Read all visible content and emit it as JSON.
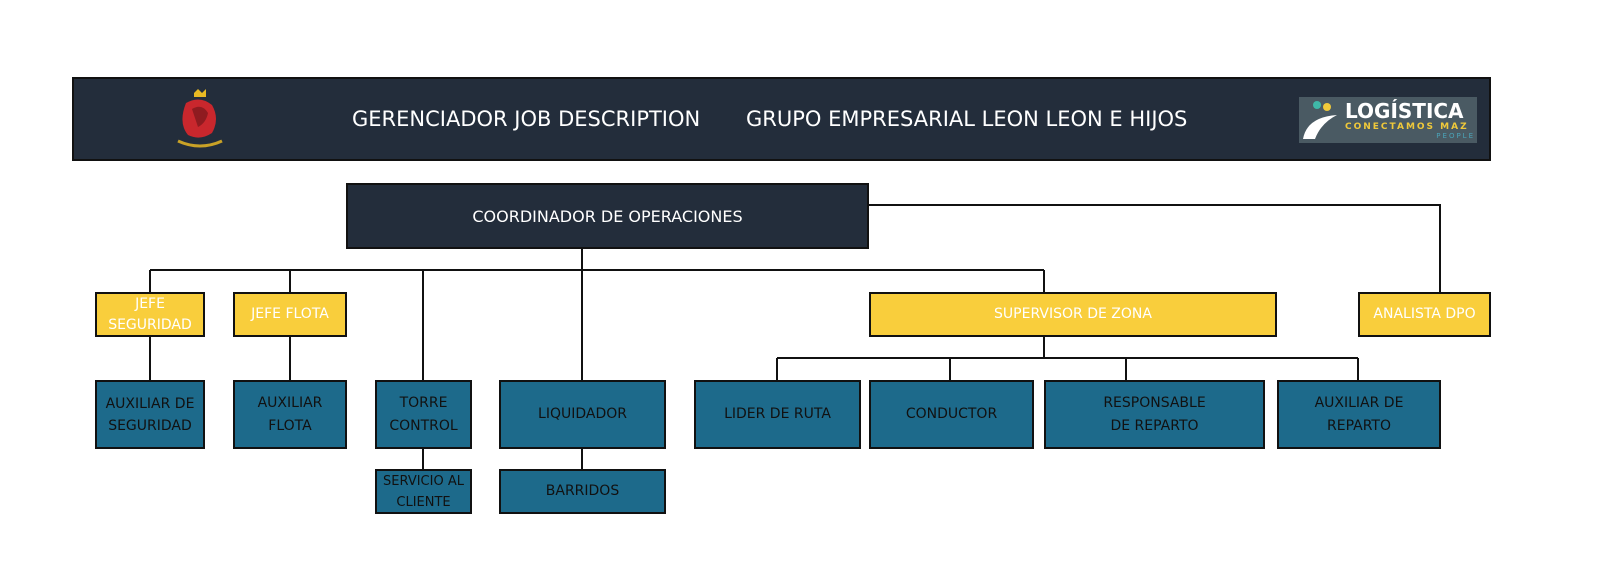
{
  "header": {
    "title_left": "GERENCIADOR JOB DESCRIPTION",
    "title_right": "GRUPO EMPRESARIAL LEON LEON E HIJOS",
    "logo": {
      "name": "LOGÍSTICA",
      "tagline": "CONECTAMOS MAZ",
      "sub": "PEOPLE"
    }
  },
  "colors": {
    "dark": "#232d3b",
    "yellow": "#f9ce3c",
    "blue": "#1d6a8b"
  },
  "nodes": {
    "coordinador": "COORDINADOR DE OPERACIONES",
    "jefe_seguridad": "JEFE SEGURIDAD",
    "jefe_flota": "JEFE FLOTA",
    "supervisor_zona": "SUPERVISOR DE ZONA",
    "analista_dpo": "ANALISTA DPO",
    "auxiliar_seguridad": "AUXILIAR DE SEGURIDAD",
    "auxiliar_flota": "AUXILIAR FLOTA",
    "torre_control": "TORRE CONTROL",
    "liquidador": "LIQUIDADOR",
    "lider_ruta": "LIDER DE RUTA",
    "conductor": "CONDUCTOR",
    "responsable_reparto": "RESPONSABLE DE REPARTO",
    "auxiliar_reparto": "AUXILIAR DE REPARTO",
    "servicio_cliente": "SERVICIO AL CLIENTE",
    "barridos": "BARRIDOS"
  }
}
